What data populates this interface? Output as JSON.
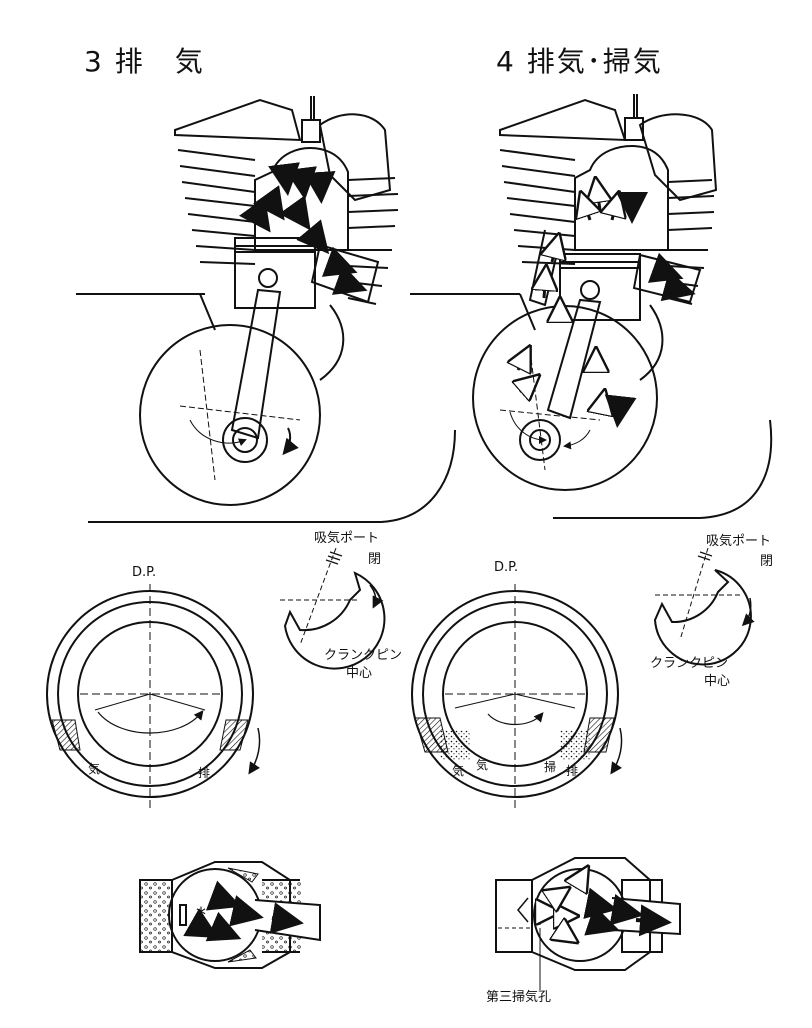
{
  "panel3": {
    "title": "3 排　気",
    "dp_label": "D.P.",
    "intake_port_label": "吸気ポート",
    "closed_label": "閉",
    "crankpin_label": "クランクピン",
    "center_label": "中心",
    "port_left": "気",
    "port_right": "排"
  },
  "panel4": {
    "title": "4 排気･掃気",
    "dp_label": "D.P.",
    "intake_port_label": "吸気ポート",
    "closed_label": "閉",
    "crankpin_label": "クランクピン",
    "center_label": "中心",
    "port_1": "気",
    "port_2": "気",
    "port_3": "掃",
    "port_4": "排",
    "third_port_label": "第三掃気孔"
  }
}
